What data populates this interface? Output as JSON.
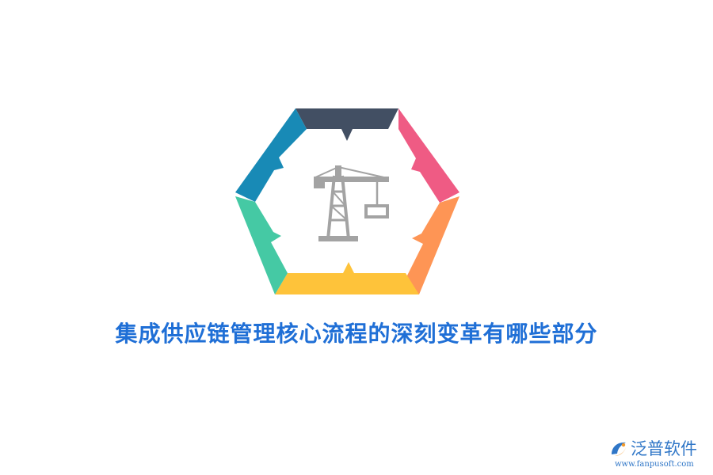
{
  "headline": {
    "text": "集成供应链管理核心流程的深刻变革有哪些部分",
    "color": "#1f6fd6"
  },
  "diagram": {
    "center_icon": "tower-crane-icon",
    "icon_color": "#a3a3a3",
    "segments": [
      {
        "id": "top",
        "color": "#424f63"
      },
      {
        "id": "upper-right",
        "color": "#ef5b84"
      },
      {
        "id": "lower-right",
        "color": "#fe9555"
      },
      {
        "id": "bottom",
        "color": "#fec33a"
      },
      {
        "id": "lower-left",
        "color": "#45c9a4"
      },
      {
        "id": "upper-left",
        "color": "#188ab6"
      }
    ]
  },
  "brand": {
    "name": "泛普软件",
    "url": "www.fanpusoft.com",
    "logo_icon": "fanpu-logo-icon",
    "color": "#2f76c7"
  }
}
